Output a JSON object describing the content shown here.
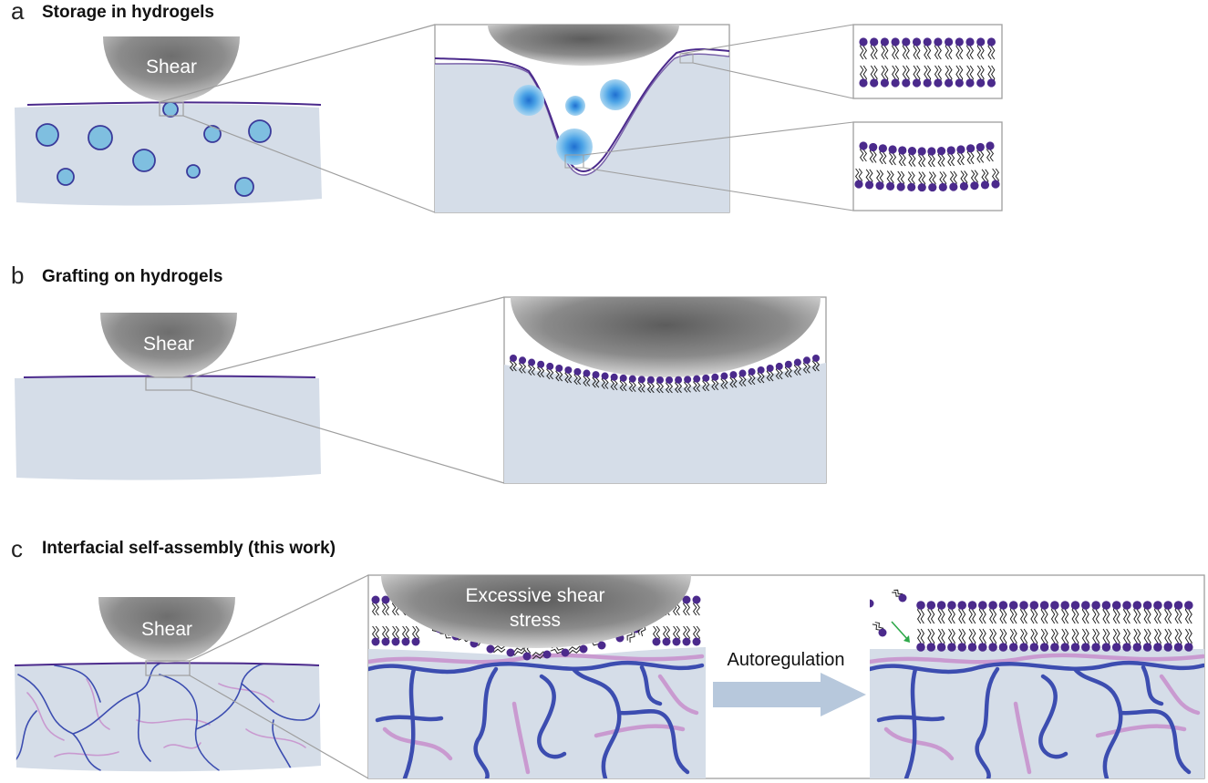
{
  "panels": [
    {
      "letter": "a",
      "title": "Storage in hydrogels",
      "probe_label": "Shear"
    },
    {
      "letter": "b",
      "title": "Grafting on hydrogels",
      "probe_label": "Shear"
    },
    {
      "letter": "c",
      "title": "Interfacial self-assembly (this work)",
      "probe_label": "Shear",
      "probe_label_zoom_line1": "Excessive shear",
      "probe_label_zoom_line2": "stress",
      "arrow_label": "Autoregulation"
    }
  ],
  "colors": {
    "gel": "#d5dde8",
    "lipid_head": "#4b2a8c",
    "lipid_tail": "#222222",
    "vesicle": "#7fbfe0",
    "vesicle_edge": "#3a3a9a",
    "network_blue": "#3c4db0",
    "network_pink": "#c99ad0",
    "frame": "#9e9e9e",
    "arrow": "#b7c8dc",
    "release_arrow": "#2ea84a"
  }
}
